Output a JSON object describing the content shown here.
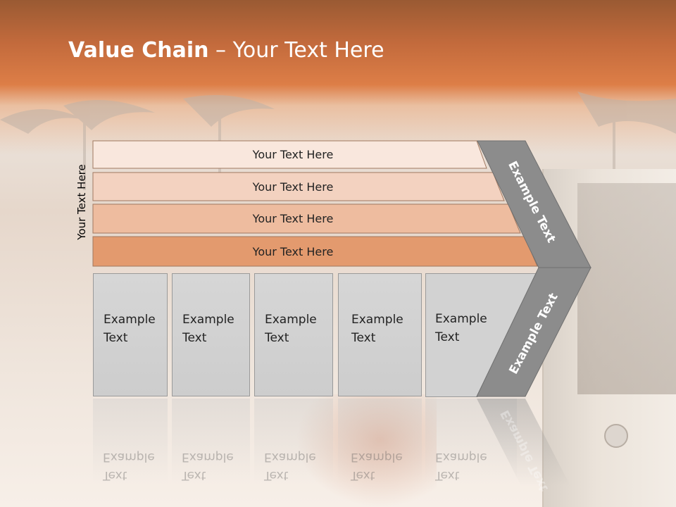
{
  "title": {
    "bold": "Value Chain",
    "rest": " – Your Text Here"
  },
  "side_label": "Your Text Here",
  "bars": [
    {
      "label": "Your Text Here",
      "color": "#f9e7dd"
    },
    {
      "label": "Your Text Here",
      "color": "#f3d2c0"
    },
    {
      "label": "Your Text Here",
      "color": "#eebc9f"
    },
    {
      "label": "Your Text Here",
      "color": "#e39a6e"
    }
  ],
  "boxes": [
    {
      "line1": "Example",
      "line2": "Text"
    },
    {
      "line1": "Example",
      "line2": "Text"
    },
    {
      "line1": "Example",
      "line2": "Text"
    },
    {
      "line1": "Example",
      "line2": "Text"
    },
    {
      "line1": "Example",
      "line2": "Text"
    }
  ],
  "chevron": {
    "upper_label": "Example Text",
    "lower_label": "Example Text",
    "color": "#8c8c8c"
  },
  "colors": {
    "bar_border": "#a07860",
    "box_fill": "#d4d4d4",
    "title": "#ffffff"
  }
}
